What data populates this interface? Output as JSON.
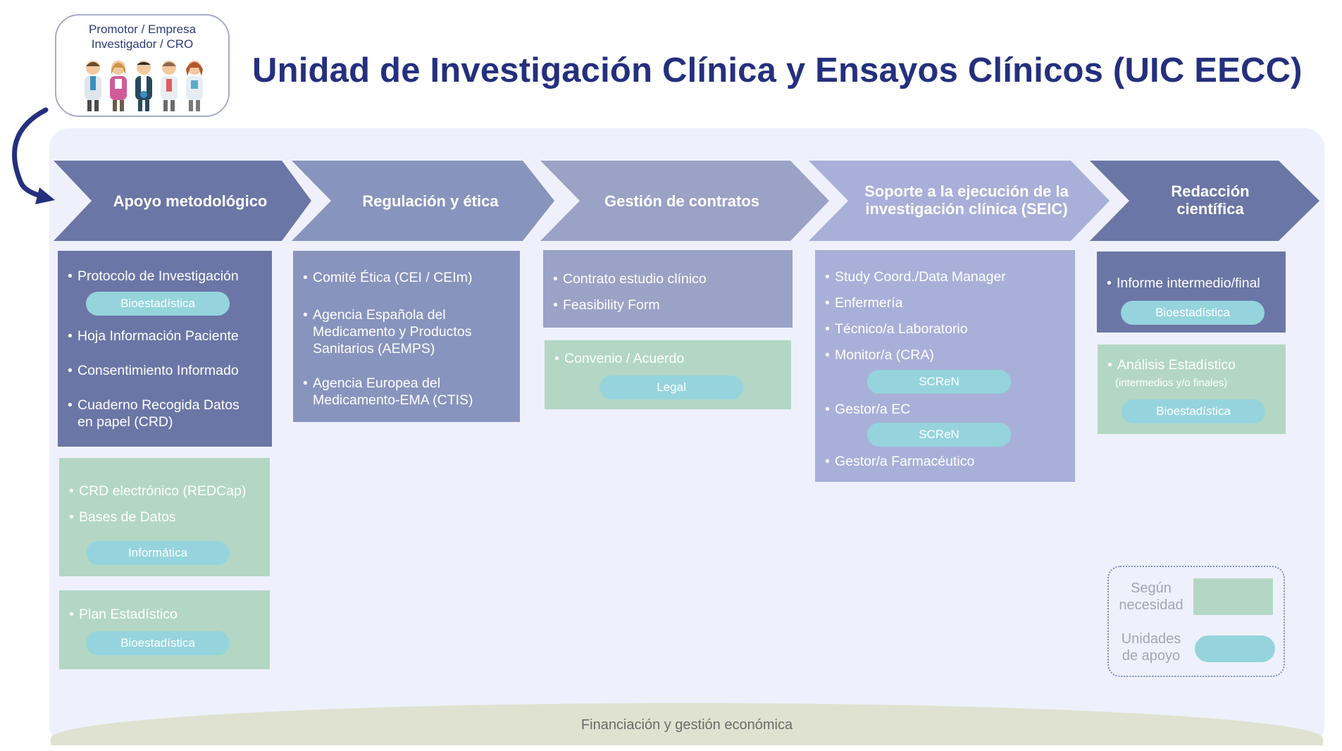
{
  "header": {
    "actor_line1": "Promotor / Empresa",
    "actor_line2": "Investigador / CRO",
    "title": "Unidad de Investigación Clínica y Ensayos Clínicos (UIC EECC)"
  },
  "colors": {
    "title": "#24307e",
    "chevron_1": "#6b76a6",
    "chevron_2": "#8894bd",
    "chevron_3": "#9aa2c6",
    "chevron_4": "#a8b0d9",
    "chevron_5": "#6b76a6",
    "optional_box": "#b3d7c4",
    "support_unit": "#95d4dd",
    "background_panel": "#eef1fb",
    "finance_band": "#dfe2d0"
  },
  "stages": [
    {
      "label": "Apoyo metodológico"
    },
    {
      "label": "Regulación y ética"
    },
    {
      "label": "Gestión de contratos"
    },
    {
      "label_line1": "Soporte a la ejecución de la",
      "label_line2": "investigación clínica (SEIC)"
    },
    {
      "label_line1": "Redacción",
      "label_line2": "científica"
    }
  ],
  "col1": {
    "main": [
      "Protocolo de Investigación",
      "Hoja Información Paciente",
      "Consentimiento Informado",
      "Cuaderno Recogida Datos",
      "en papel (CRD)"
    ],
    "main_unit": "Bioestadística",
    "opt1": [
      "CRD electrónico (REDCap)",
      "Bases de Datos"
    ],
    "opt1_unit": "Informática",
    "opt2": [
      "Plan Estadístico"
    ],
    "opt2_unit": "Bioestadística"
  },
  "col2": {
    "main": [
      "Comité Ética (CEI / CEIm)",
      "Agencia Española del",
      "Medicamento y Productos",
      "Sanitarios (AEMPS)",
      "Agencia Europea del",
      "Medicamento-EMA (CTIS)"
    ]
  },
  "col3": {
    "main": [
      "Contrato estudio clínico",
      "Feasibility Form"
    ],
    "opt1": [
      "Convenio / Acuerdo"
    ],
    "opt1_unit": "Legal"
  },
  "col4": {
    "main": [
      "Study Coord./Data Manager",
      "Enfermería",
      "Técnico/a Laboratorio",
      "Monitor/a (CRA)",
      "Gestor/a EC",
      "Gestor/a Farmacéutico"
    ],
    "unit_a": "SCReN",
    "unit_b": "SCReN"
  },
  "col5": {
    "main": [
      "Informe intermedio/final"
    ],
    "main_unit": "Bioestadística",
    "opt1": [
      "Análisis Estadístico",
      "(intermedios y/o finales)"
    ],
    "opt1_unit": "Bioestadística"
  },
  "legend": {
    "optional_line1": "Según",
    "optional_line2": "necesidad",
    "support_line1": "Unidades",
    "support_line2": "de apoyo"
  },
  "footer": {
    "finance": "Financiación y gestión económica"
  }
}
